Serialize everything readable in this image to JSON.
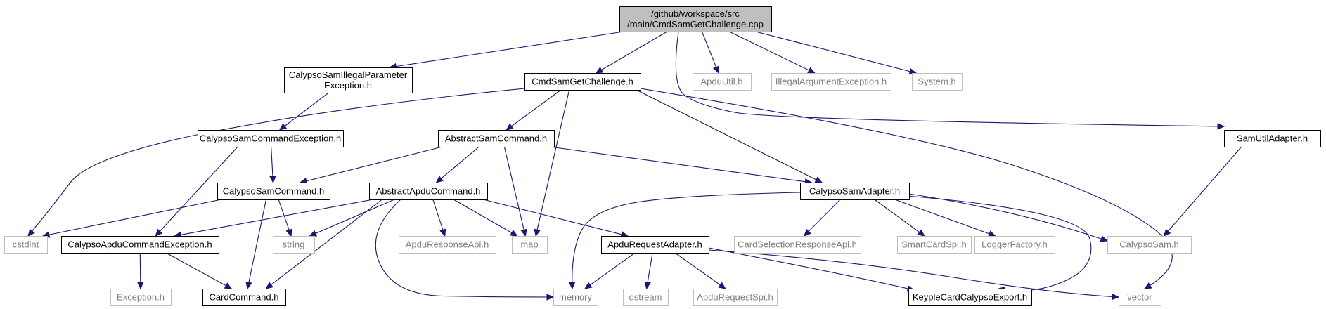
{
  "diagram": {
    "colors": {
      "edge": "#191970",
      "root_fill": "#bfbfbf",
      "grey_border": "#bfbfbf",
      "grey_text": "#7f7f7f"
    },
    "nodes": [
      {
        "id": "root",
        "lines": [
          "/github/workspace/src",
          "/main/CmdSamGetChallenge.cpp"
        ],
        "style": "root"
      },
      {
        "id": "illegalparam",
        "lines": [
          "CalypsoSamIllegalParameter",
          "Exception.h"
        ],
        "style": "solid"
      },
      {
        "id": "cmdh",
        "lines": [
          "CmdSamGetChallenge.h"
        ],
        "style": "solid"
      },
      {
        "id": "apduutil",
        "lines": [
          "ApduUtil.h"
        ],
        "style": "grey"
      },
      {
        "id": "illegalarg",
        "lines": [
          "IllegalArgumentException.h"
        ],
        "style": "grey"
      },
      {
        "id": "system",
        "lines": [
          "System.h"
        ],
        "style": "grey"
      },
      {
        "id": "samcmdexc",
        "lines": [
          "CalypsoSamCommandException.h"
        ],
        "style": "solid"
      },
      {
        "id": "abssamcmd",
        "lines": [
          "AbstractSamCommand.h"
        ],
        "style": "solid"
      },
      {
        "id": "samutiladapter",
        "lines": [
          "SamUtilAdapter.h"
        ],
        "style": "solid"
      },
      {
        "id": "samcommand",
        "lines": [
          "CalypsoSamCommand.h"
        ],
        "style": "solid"
      },
      {
        "id": "absapdu",
        "lines": [
          "AbstractApduCommand.h"
        ],
        "style": "solid"
      },
      {
        "id": "samadapter",
        "lines": [
          "CalypsoSamAdapter.h"
        ],
        "style": "solid"
      },
      {
        "id": "cstdint",
        "lines": [
          "cstdint"
        ],
        "style": "grey"
      },
      {
        "id": "apducmdexc",
        "lines": [
          "CalypsoApduCommandException.h"
        ],
        "style": "solid"
      },
      {
        "id": "string",
        "lines": [
          "string"
        ],
        "style": "grey"
      },
      {
        "id": "apduresp",
        "lines": [
          "ApduResponseApi.h"
        ],
        "style": "grey"
      },
      {
        "id": "map",
        "lines": [
          "map"
        ],
        "style": "grey"
      },
      {
        "id": "apdureqadapter",
        "lines": [
          "ApduRequestAdapter.h"
        ],
        "style": "solid"
      },
      {
        "id": "cardselresp",
        "lines": [
          "CardSelectionResponseApi.h"
        ],
        "style": "grey"
      },
      {
        "id": "smartcardspi",
        "lines": [
          "SmartCardSpi.h"
        ],
        "style": "grey"
      },
      {
        "id": "loggerfactory",
        "lines": [
          "LoggerFactory.h"
        ],
        "style": "grey"
      },
      {
        "id": "calypsosam",
        "lines": [
          "CalypsoSam.h"
        ],
        "style": "grey"
      },
      {
        "id": "exception",
        "lines": [
          "Exception.h"
        ],
        "style": "grey"
      },
      {
        "id": "cardcommand",
        "lines": [
          "CardCommand.h"
        ],
        "style": "solid"
      },
      {
        "id": "memory",
        "lines": [
          "memory"
        ],
        "style": "grey"
      },
      {
        "id": "ostream",
        "lines": [
          "ostream"
        ],
        "style": "grey"
      },
      {
        "id": "apdureqspi",
        "lines": [
          "ApduRequestSpi.h"
        ],
        "style": "grey"
      },
      {
        "id": "keyple",
        "lines": [
          "KeypleCardCalypsoExport.h"
        ],
        "style": "solid"
      },
      {
        "id": "vector",
        "lines": [
          "vector"
        ],
        "style": "grey"
      }
    ],
    "edges": [
      [
        "root",
        "illegalparam"
      ],
      [
        "root",
        "cmdh"
      ],
      [
        "root",
        "apduutil"
      ],
      [
        "root",
        "illegalarg"
      ],
      [
        "root",
        "system"
      ],
      [
        "root",
        "samutiladapter"
      ],
      [
        "illegalparam",
        "samcmdexc"
      ],
      [
        "cmdh",
        "abssamcmd"
      ],
      [
        "cmdh",
        "cstdint"
      ],
      [
        "cmdh",
        "map"
      ],
      [
        "cmdh",
        "samadapter"
      ],
      [
        "cmdh",
        "vector"
      ],
      [
        "samcmdexc",
        "samcommand"
      ],
      [
        "samcmdexc",
        "apducmdexc"
      ],
      [
        "abssamcmd",
        "samcommand"
      ],
      [
        "abssamcmd",
        "absapdu"
      ],
      [
        "abssamcmd",
        "map"
      ],
      [
        "abssamcmd",
        "samadapter"
      ],
      [
        "samutiladapter",
        "calypsosam"
      ],
      [
        "samcommand",
        "cstdint"
      ],
      [
        "samcommand",
        "string"
      ],
      [
        "samcommand",
        "cardcommand"
      ],
      [
        "absapdu",
        "apducmdexc"
      ],
      [
        "absapdu",
        "string"
      ],
      [
        "absapdu",
        "apduresp"
      ],
      [
        "absapdu",
        "map"
      ],
      [
        "absapdu",
        "apdureqadapter"
      ],
      [
        "absapdu",
        "cardcommand"
      ],
      [
        "absapdu",
        "memory"
      ],
      [
        "samadapter",
        "memory"
      ],
      [
        "samadapter",
        "cardselresp"
      ],
      [
        "samadapter",
        "smartcardspi"
      ],
      [
        "samadapter",
        "loggerfactory"
      ],
      [
        "samadapter",
        "calypsosam"
      ],
      [
        "samadapter",
        "keyple"
      ],
      [
        "apducmdexc",
        "exception"
      ],
      [
        "apducmdexc",
        "cardcommand"
      ],
      [
        "apdureqadapter",
        "memory"
      ],
      [
        "apdureqadapter",
        "ostream"
      ],
      [
        "apdureqadapter",
        "apdureqspi"
      ],
      [
        "apdureqadapter",
        "keyple"
      ],
      [
        "apdureqadapter",
        "vector"
      ]
    ]
  }
}
